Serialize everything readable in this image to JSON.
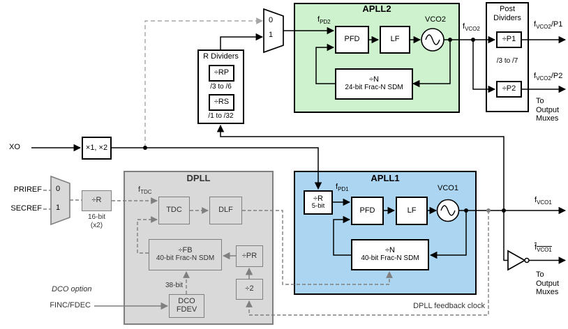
{
  "colors": {
    "apll2_fill": "#cdf2cd",
    "apll1_fill": "#abd5f0",
    "gray_fill": "#d9d9d9",
    "gray_border": "#7f7f7f"
  },
  "inputs": {
    "xo": "XO",
    "priref": "PRIREF",
    "secref": "SECREF",
    "finc_fdec": "FINC/FDEC",
    "dco_option": "DCO option"
  },
  "xo_doubler": "×1, ×2",
  "apll2_ref_mux": {
    "in0": "0",
    "in1": "1"
  },
  "ref_mux": {
    "in0": "0",
    "in1": "1"
  },
  "ref_divider": {
    "label": "÷R",
    "bits": "16-bit",
    "note": "(x2)"
  },
  "r_dividers": {
    "title": "R Dividers",
    "rp": "÷RP",
    "rp_range": "/3 to /6",
    "rs": "÷RS",
    "rs_range": "/1 to /32"
  },
  "apll2": {
    "title": "APLL2",
    "pfd": "PFD",
    "lf": "LF",
    "vco": "VCO2",
    "ndiv": "÷N",
    "ndiv_sub": "24-bit Frac-N SDM"
  },
  "post_dividers": {
    "title": [
      "Post",
      "Dividers"
    ],
    "p1": "÷P1",
    "range": "/3 to /7",
    "p2": "÷P2"
  },
  "dpll": {
    "title": "DPLL",
    "tdc": "TDC",
    "dlf": "DLF",
    "fb": "÷FB",
    "fb_sub": "40-bit Frac-N SDM",
    "pr": "÷PR",
    "div2": "÷2",
    "dco": [
      "DCO",
      "FDEV"
    ],
    "dco_bits": "38-bit",
    "feedback_clock": "DPLL feedback clock"
  },
  "apll1": {
    "title": "APLL1",
    "rdiv": "÷R",
    "rdiv_bits": "5-bit",
    "pfd": "PFD",
    "lf": "LF",
    "vco": "VCO1",
    "ndiv": "÷N",
    "ndiv_sub": "40-bit Frac-N SDM"
  },
  "freq": {
    "fpd2": {
      "base": "f",
      "sub": "PD2"
    },
    "fvco2": {
      "base": "f",
      "sub": "VCO2"
    },
    "fvco2_p1": {
      "base": "f",
      "sub": "VCO2",
      "suffix": "/P1"
    },
    "fvco2_p2": {
      "base": "f",
      "sub": "VCO2",
      "suffix": "/P2"
    },
    "ftdc": {
      "base": "f",
      "sub": "TDC"
    },
    "fpd1": {
      "base": "f",
      "sub": "PD1"
    },
    "fvco1": {
      "base": "f",
      "sub": "VCO1"
    },
    "fvco1_inv": {
      "base": "f",
      "sub": "VCO1"
    }
  },
  "to_output_muxes": [
    "To",
    "Output",
    "Muxes"
  ]
}
